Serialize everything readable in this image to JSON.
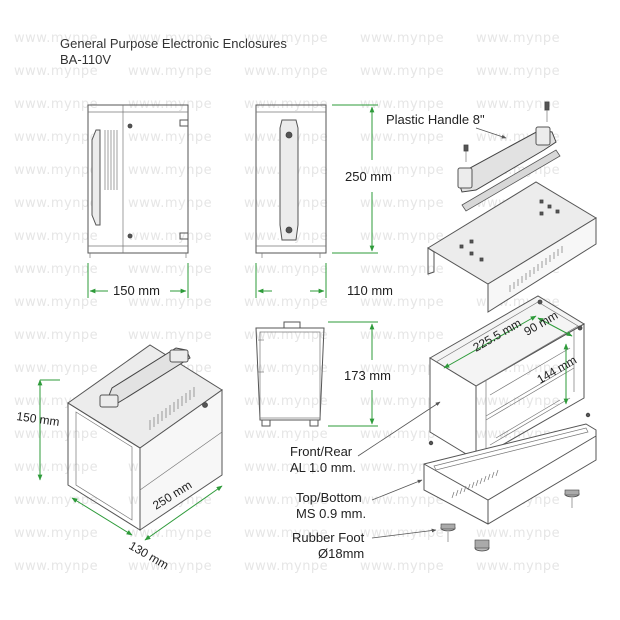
{
  "header": {
    "title": "General Purpose Electronic Enclosures",
    "model": "BA-110V"
  },
  "watermark": "www.mynpe",
  "dimensions": {
    "side_width": "150 mm",
    "front_width": "110 mm",
    "front_height": "250 mm",
    "rear_height": "173 mm",
    "iso_depth": "150 mm",
    "iso_length": "250 mm",
    "iso_width": "130 mm",
    "inner_length": "225.5 mm",
    "inner_width": "90 mm",
    "inner_height": "144 mm"
  },
  "callouts": {
    "handle": "Plastic Handle 8\"",
    "front_rear_1": "Front/Rear",
    "front_rear_2": "AL 1.0 mm.",
    "top_bottom_1": "Top/Bottom",
    "top_bottom_2": "MS 0.9 mm.",
    "foot_1": "Rubber Foot",
    "foot_2": "Ø18mm"
  },
  "colors": {
    "dimension": "#2e9b3a",
    "outline": "#555555"
  }
}
